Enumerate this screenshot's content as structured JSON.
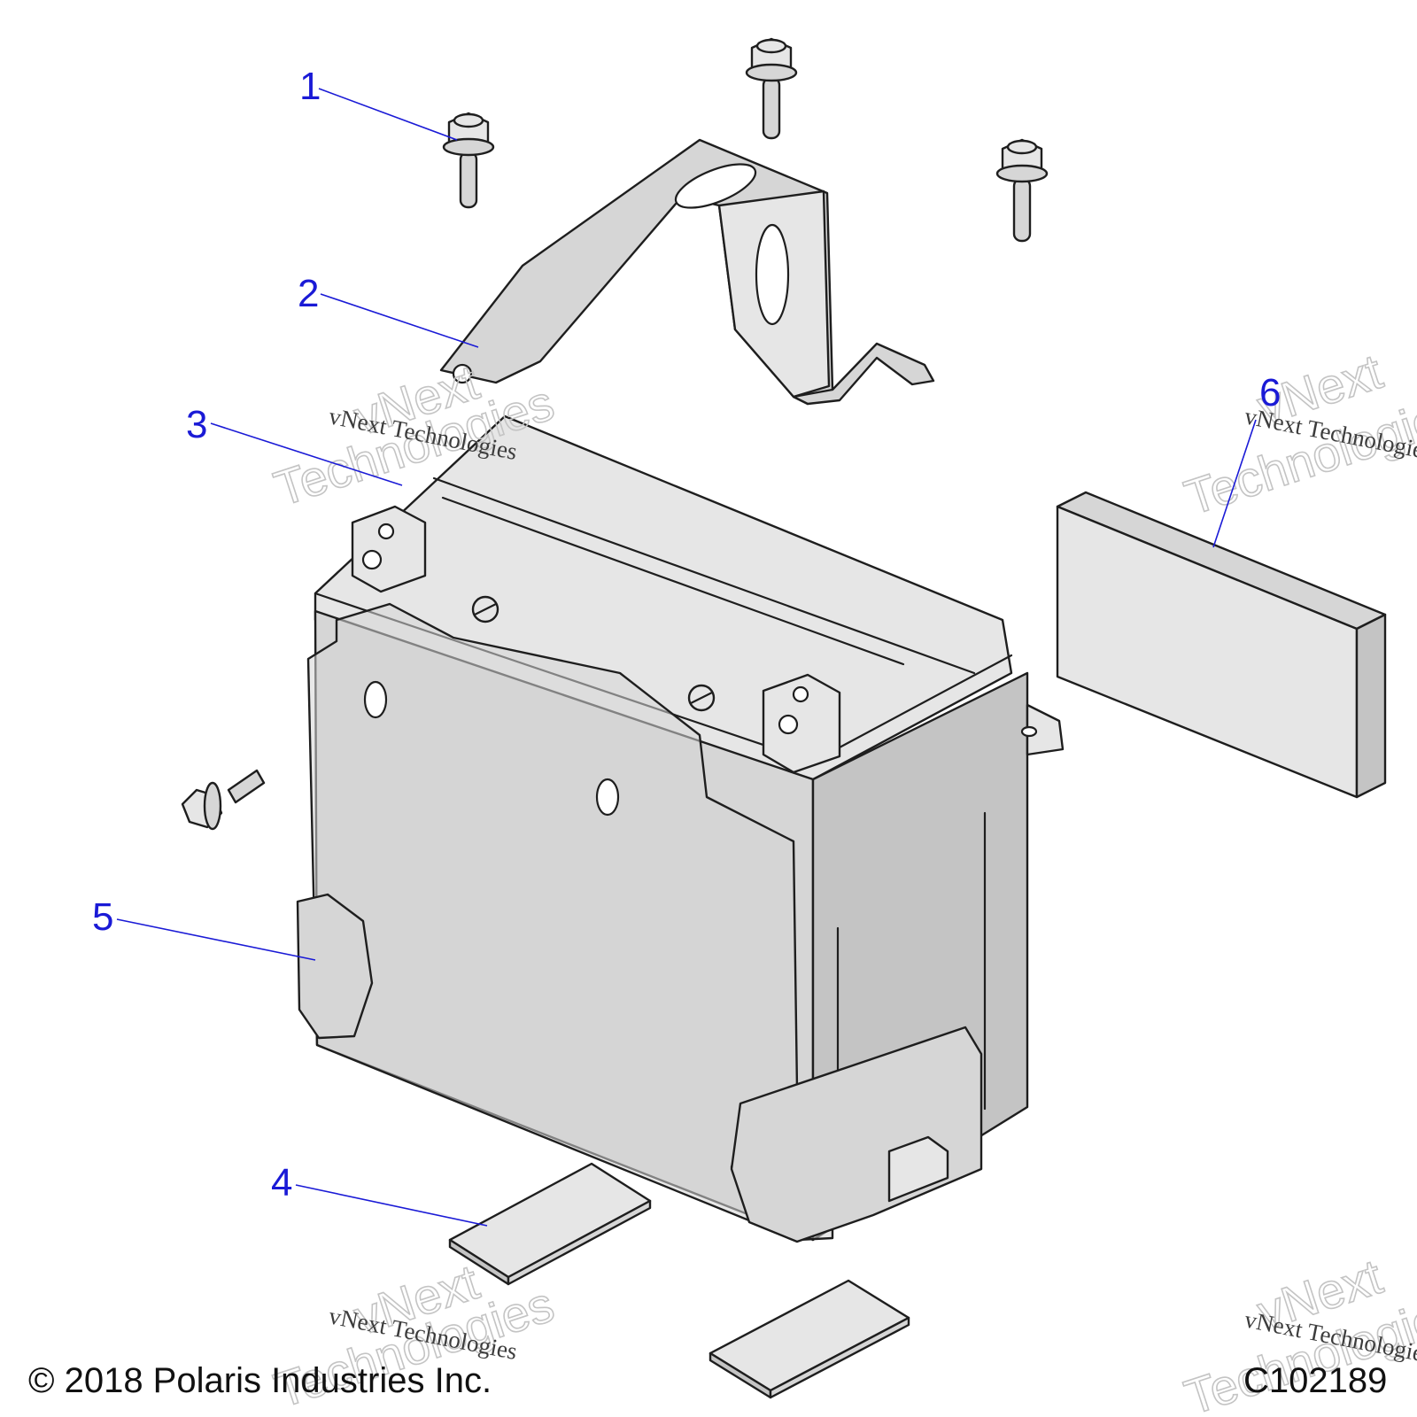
{
  "callouts": [
    {
      "id": "1",
      "label": "1"
    },
    {
      "id": "2",
      "label": "2"
    },
    {
      "id": "3",
      "label": "3"
    },
    {
      "id": "4",
      "label": "4"
    },
    {
      "id": "5",
      "label": "5"
    },
    {
      "id": "6",
      "label": "6"
    }
  ],
  "watermark": {
    "line1": "vNext",
    "line2": "Technologies",
    "small": "vNext Technologies"
  },
  "footer": {
    "copyright": "© 2018 Polaris Industries Inc.",
    "figure_id": "C102189"
  },
  "colors": {
    "part_fill": "#d6d6d6",
    "outline": "#1e1e1e",
    "callout": "#1a1ad6",
    "watermark": "#c4c4c4"
  }
}
